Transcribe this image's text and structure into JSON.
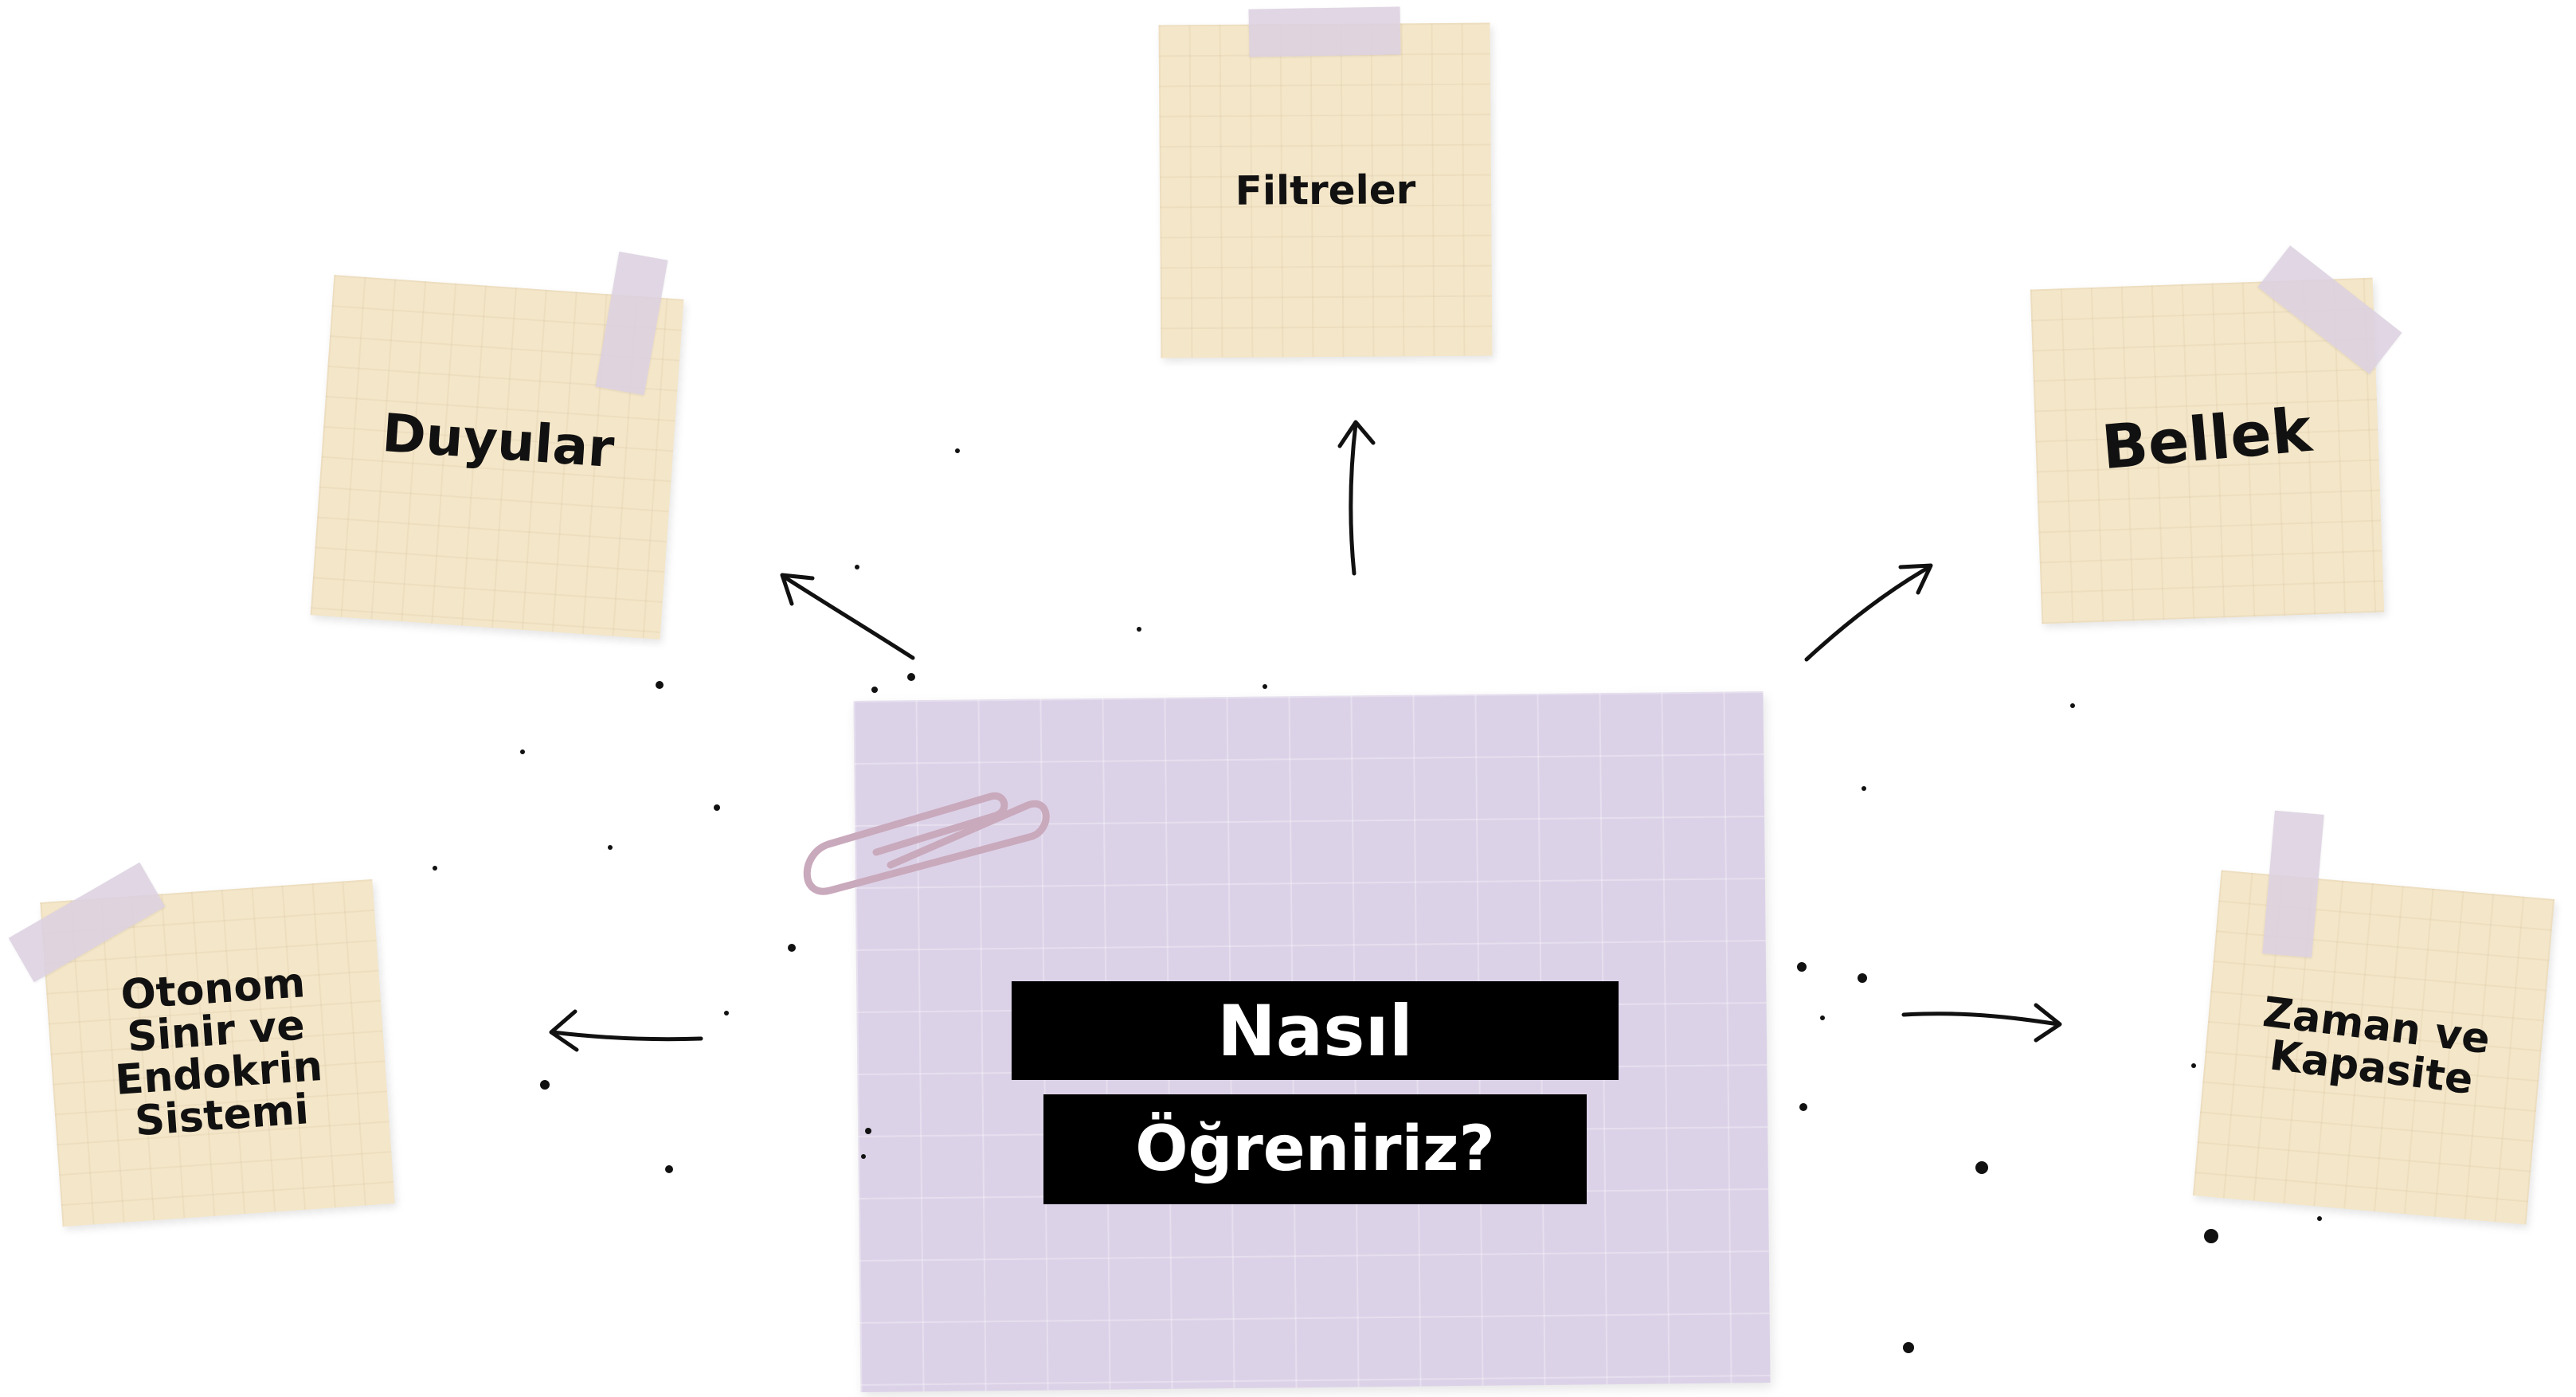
{
  "center": {
    "line1": "Nasıl",
    "line2": "Öğreniriz?"
  },
  "notes": {
    "filtreler": "Filtreler",
    "duyular": "Duyular",
    "bellek": "Bellek",
    "otonom": [
      "Otonom",
      "Sinir ve",
      "Endokrin",
      "Sistemi"
    ],
    "zaman": [
      "Zaman ve",
      "Kapasite"
    ]
  },
  "colors": {
    "sticky_note": "#f4e6c8",
    "center_note": "#dcd2e8",
    "tape": "#dcd0e0",
    "label_bar": "#000000",
    "label_text": "#ffffff",
    "ink": "#111111",
    "paperclip": "#c9a9bc"
  },
  "icons": {
    "paperclip": "paperclip-icon",
    "arrows": "hand-drawn-arrow-icon"
  }
}
